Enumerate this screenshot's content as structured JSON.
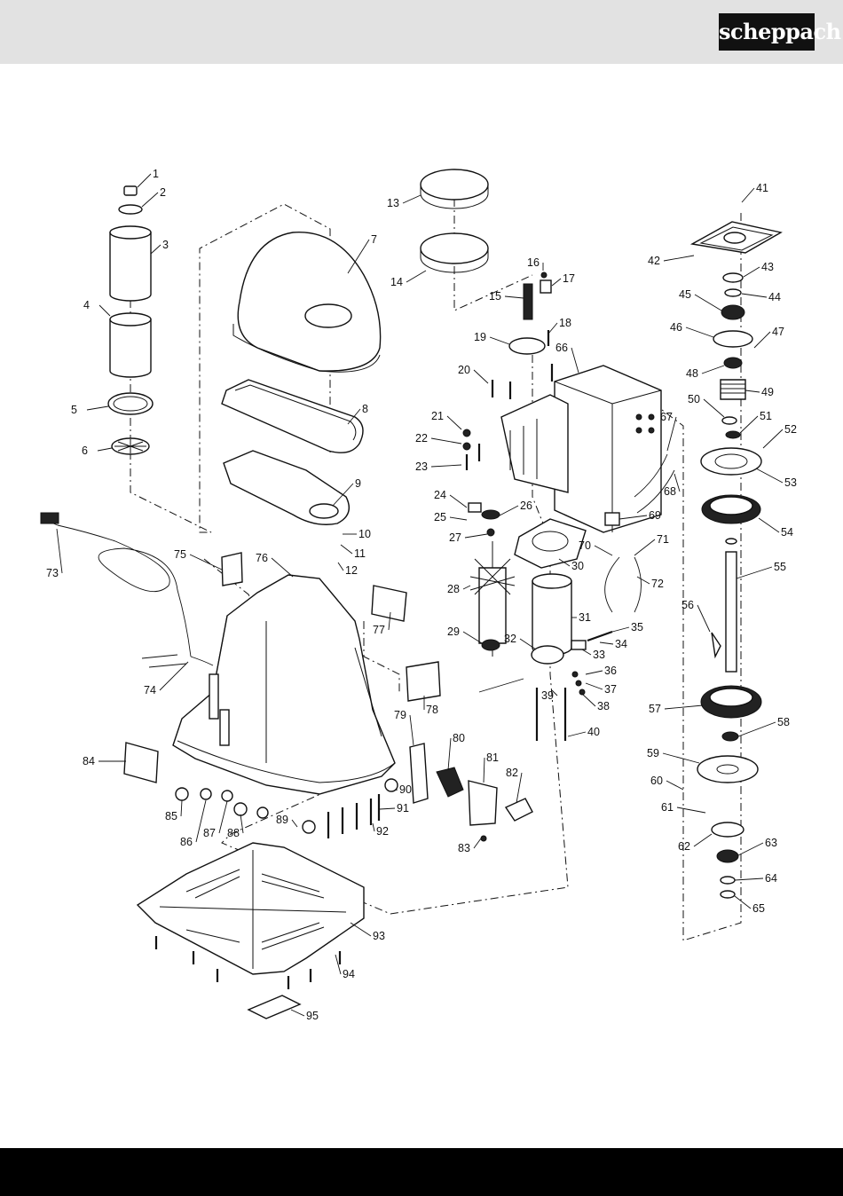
{
  "header": {
    "brand": "scheppach"
  },
  "diagram": {
    "part_numbers": [
      "1",
      "2",
      "3",
      "4",
      "5",
      "6",
      "7",
      "8",
      "9",
      "10",
      "11",
      "12",
      "13",
      "14",
      "15",
      "16",
      "17",
      "18",
      "19",
      "20",
      "21",
      "22",
      "23",
      "24",
      "25",
      "26",
      "27",
      "28",
      "29",
      "30",
      "31",
      "32",
      "33",
      "34",
      "35",
      "36",
      "37",
      "38",
      "39",
      "40",
      "41",
      "42",
      "43",
      "44",
      "45",
      "46",
      "47",
      "48",
      "49",
      "50",
      "51",
      "52",
      "53",
      "54",
      "55",
      "56",
      "57",
      "58",
      "59",
      "60",
      "61",
      "62",
      "63",
      "64",
      "65",
      "66",
      "67",
      "68",
      "69",
      "70",
      "71",
      "72",
      "73",
      "74",
      "75",
      "76",
      "77",
      "78",
      "79",
      "80",
      "81",
      "82",
      "83",
      "84",
      "85",
      "86",
      "87",
      "88",
      "89",
      "90",
      "91",
      "92",
      "93",
      "94",
      "95"
    ]
  }
}
